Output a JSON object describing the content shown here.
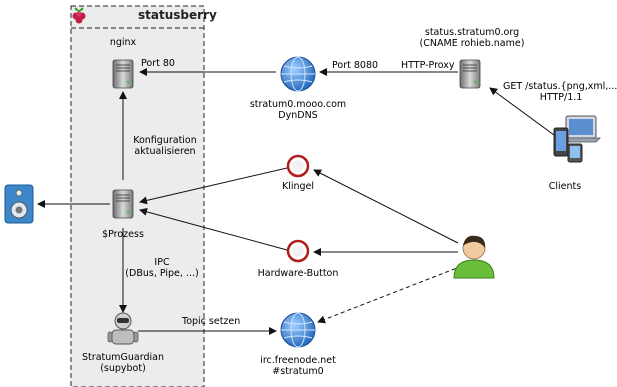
{
  "container": {
    "title": "statusberry"
  },
  "nodes": {
    "nginx": {
      "label": "nginx"
    },
    "prozess": {
      "label": "$Prozess"
    },
    "stratumguardian": {
      "line1": "StratumGuardian",
      "line2": "(supybot)"
    },
    "dyndns": {
      "line1": "stratum0.mooo.com",
      "line2": "DynDNS"
    },
    "proxy": {
      "line1": "status.stratum0.org",
      "line2": "(CNAME rohieb.name)"
    },
    "clients": {
      "label": "Clients"
    },
    "klingel": {
      "label": "Klingel"
    },
    "hardware_button": {
      "label": "Hardware-Button"
    },
    "irc": {
      "line1": "irc.freenode.net",
      "line2": "#stratum0"
    }
  },
  "edges": {
    "port80": "Port 80",
    "port8080": "Port 8080",
    "http_proxy": "HTTP-Proxy",
    "get_line1": "GET /status.{png,xml,...}",
    "get_line2": "HTTP/1.1",
    "konfig_line1": "Konfiguration",
    "konfig_line2": "aktualisieren",
    "ipc_line1": "IPC",
    "ipc_line2": "(DBus, Pipe, ...)",
    "topic": "Topic setzen"
  },
  "icons": [
    "raspberry-icon",
    "server-icon",
    "globe-icon",
    "speaker-icon",
    "sensor-icon",
    "robot-icon",
    "user-icon",
    "devices-icon"
  ],
  "colors": {
    "container_bg": "#ececec",
    "globe": "#2f7fd6",
    "sensor_ring": "#b01c1c",
    "user_shirt": "#6abf3a",
    "speaker_bg": "#3b87c9"
  }
}
